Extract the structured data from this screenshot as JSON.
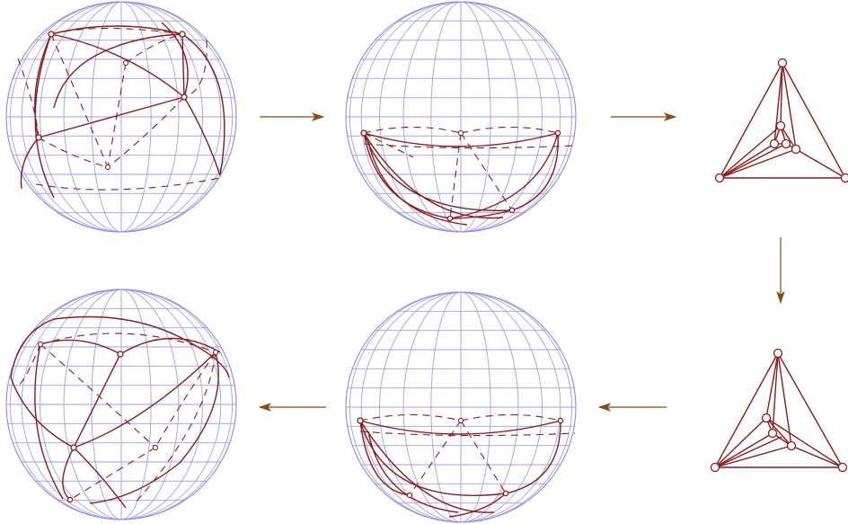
{
  "diagram": {
    "colors": {
      "sphere_grid": "#9e9ef0",
      "graph_edge": "#8b1a1a",
      "arrow": "#8a4a14",
      "background": "#ffffff"
    },
    "stages": [
      {
        "id": "sphere-initial",
        "kind": "sphere-embedding"
      },
      {
        "id": "sphere-collapsed-top",
        "kind": "sphere-embedding"
      },
      {
        "id": "planar-graph-top",
        "kind": "planar-graph"
      },
      {
        "id": "planar-graph-bottom",
        "kind": "planar-graph"
      },
      {
        "id": "sphere-collapsed-bottom",
        "kind": "sphere-embedding"
      },
      {
        "id": "sphere-final",
        "kind": "sphere-embedding"
      }
    ],
    "flow": [
      {
        "from": "sphere-initial",
        "to": "sphere-collapsed-top",
        "direction": "right"
      },
      {
        "from": "sphere-collapsed-top",
        "to": "planar-graph-top",
        "direction": "right"
      },
      {
        "from": "planar-graph-top",
        "to": "planar-graph-bottom",
        "direction": "down"
      },
      {
        "from": "planar-graph-bottom",
        "to": "sphere-collapsed-bottom",
        "direction": "left"
      },
      {
        "from": "sphere-collapsed-bottom",
        "to": "sphere-final",
        "direction": "left"
      }
    ]
  }
}
